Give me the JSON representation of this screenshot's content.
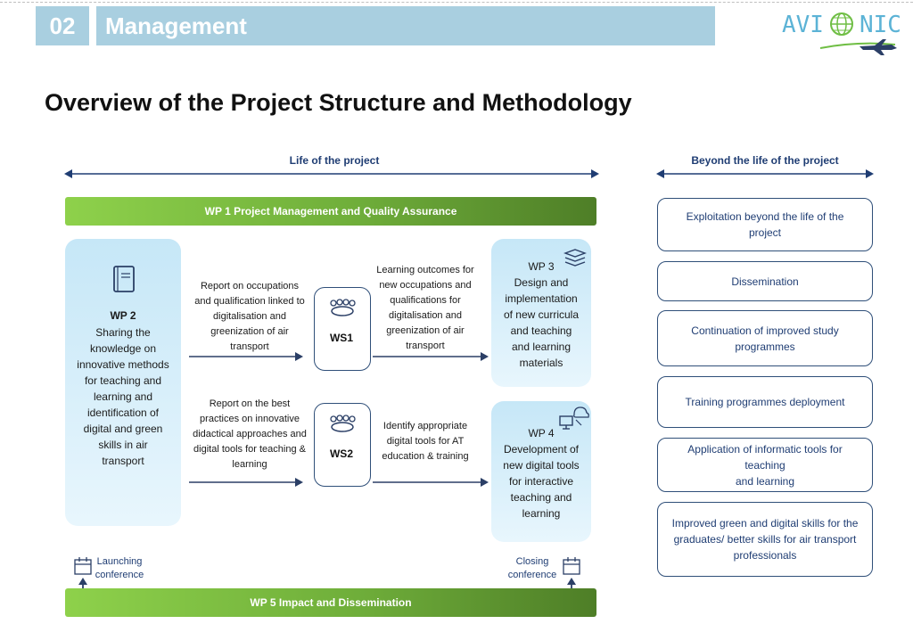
{
  "header": {
    "section_number": "02",
    "section_title": "Management",
    "logo_text_left": "AVI",
    "logo_text_right": "NIC"
  },
  "title": "Overview of the Project Structure and Methodology",
  "timeline": {
    "life_label": "Life of the project",
    "beyond_label": "Beyond the life of the project"
  },
  "wp1": "WP 1 Project Management and Quality Assurance",
  "wp5": "WP 5 Impact and Dissemination",
  "wp2": {
    "title": "WP 2",
    "lines": [
      "Sharing the",
      "knowledge on",
      "innovative methods",
      "for teaching and",
      "learning and",
      "identification of",
      "digital and green",
      "skills in air",
      "transport"
    ]
  },
  "wp3": {
    "title": "WP 3",
    "lines": [
      "Design and",
      "implementation",
      "of new curricula",
      "and teaching",
      "and learning",
      "materials"
    ]
  },
  "wp4": {
    "title": "WP 4",
    "lines": [
      "Development of",
      "new digital tools",
      "for interactive",
      "teaching and",
      "learning"
    ]
  },
  "ws1": "WS1",
  "ws2": "WS2",
  "notes": {
    "report1": [
      "Report on occupations",
      "and qualification linked to",
      "digitalisation and",
      "greenization of air",
      "transport"
    ],
    "report2": [
      "Report on the best",
      "practices on innovative",
      "didactical approaches and",
      "digital tools for teaching &",
      "learning"
    ],
    "outcomes": [
      "Learning outcomes for",
      "new occupations and",
      "qualifications for",
      "digitalisation and",
      "greenization of air",
      "transport"
    ],
    "tools": [
      "Identify appropriate",
      "digital tools for AT",
      "education & training"
    ]
  },
  "launching": [
    "Launching",
    "conference"
  ],
  "closing": [
    "Closing",
    "conference"
  ],
  "beyond_items": [
    [
      "Exploitation beyond the life of the project"
    ],
    [
      "Dissemination"
    ],
    [
      "Continuation of improved study",
      "programmes"
    ],
    [
      "Training programmes deployment"
    ],
    [
      "Application of informatic tools for teaching",
      "and learning"
    ],
    [
      "Improved green and digital skills for the",
      "graduates/ better skills for air transport",
      "professionals"
    ]
  ]
}
